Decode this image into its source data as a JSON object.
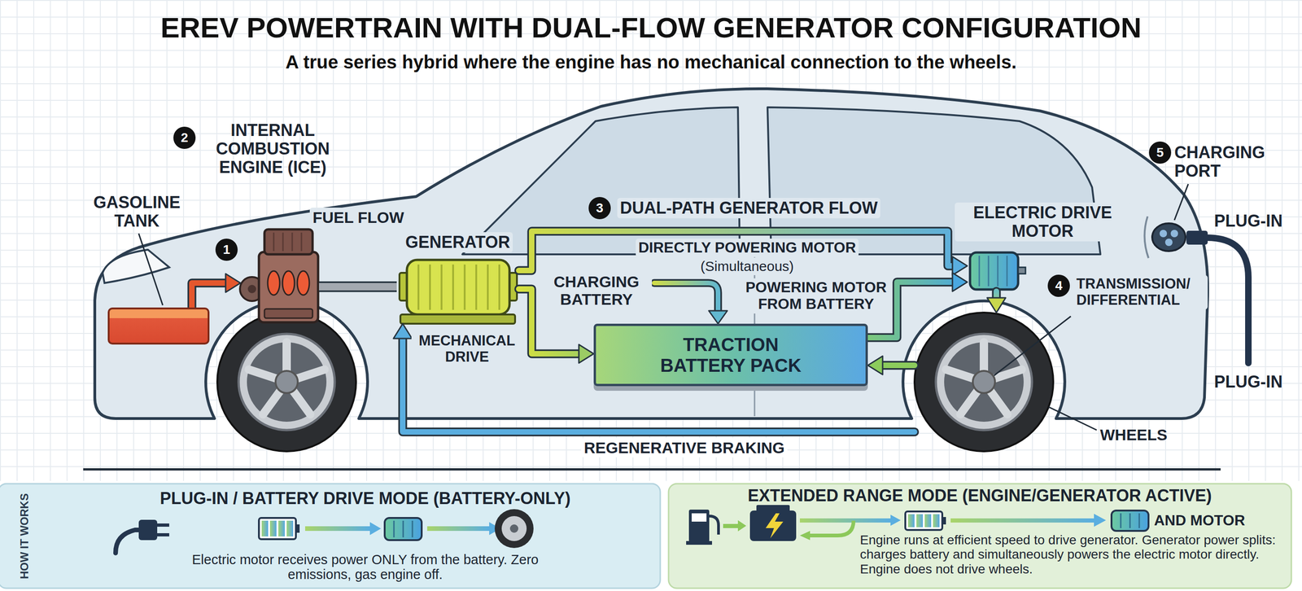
{
  "diagram": {
    "title": "EREV POWERTRAIN WITH DUAL-FLOW GENERATOR CONFIGURATION",
    "caption": "A true series hybrid where the engine has no mechanical connection to the wheels.",
    "nodes": [
      {
        "text": [
          "GASOLINE TANK"
        ]
      },
      {
        "text": [
          "INTERNAL COMBUSTION ENGINE (ICE)"
        ]
      },
      {
        "text": [
          "GENERATOR"
        ]
      },
      {
        "text": [
          "TRACTION BATTERY PACK"
        ]
      },
      {
        "text": [
          "ELECTRIC DRIVE MOTOR"
        ]
      },
      {
        "text": [
          "WHEELS"
        ]
      },
      {
        "text": [
          "CHARGING PORT"
        ]
      },
      {
        "text": [
          "PLUG-IN / BATTERY DRIVE MODE (BATTERY-ONLY)",
          "Electric motor receives power ONLY from the battery. Zero emissions, gas engine off."
        ]
      },
      {
        "text": [
          "EXTENDED RANGE MODE (ENGINE/GENERATOR ACTIVE)",
          "AND MOTOR",
          "Engine runs at efficient speed to drive generator. Generator power splits: charges battery and simultaneously powers the electric motor directly. Engine does not drive wheels."
        ]
      }
    ],
    "edges": [
      {
        "from": 0,
        "to": 1,
        "arrow": "to"
      },
      {
        "from": 1,
        "to": 2,
        "arrow": "none"
      },
      {
        "from": 2,
        "to": 4,
        "label": "DIRECTLY POWERING MOTOR",
        "arrow": "to"
      },
      {
        "from": 2,
        "to": 3,
        "arrow": "to"
      },
      {
        "from": 3,
        "to": 4,
        "label": "POWERING MOTOR FROM BATTERY",
        "arrow": "to"
      },
      {
        "from": 4,
        "to": 5,
        "arrow": "to"
      },
      {
        "from": 5,
        "to": 3,
        "arrow": "to"
      },
      {
        "from": 5,
        "to": 2,
        "label": "REGENERATIVE BRAKING",
        "arrow": "to"
      }
    ],
    "labels": [
      "1",
      "2",
      "3",
      "4",
      "5",
      "DUAL-PATH GENERATOR FLOW",
      "FUEL FLOW",
      "(Simultaneous)",
      "CHARGING BATTERY",
      "MECHANICAL DRIVE",
      "TRANSMISSION/ DIFFERENTIAL",
      "PLUG-IN",
      "PLUG-IN",
      "HOW IT WORKS"
    ]
  }
}
